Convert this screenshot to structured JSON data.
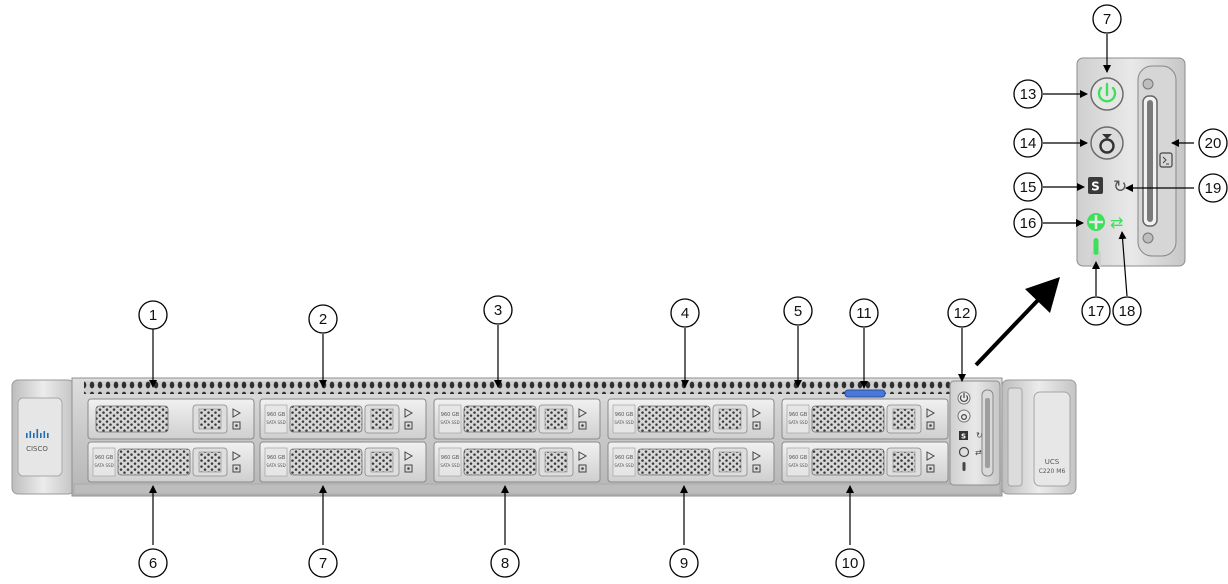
{
  "brand": {
    "logo_text": "CISCO",
    "model_line1": "UCS",
    "model_line2": "C220 M6"
  },
  "drive": {
    "label_line1": "960 GB",
    "label_line2": "SATA SSD"
  },
  "callouts": {
    "c1": "1",
    "c2": "2",
    "c3": "3",
    "c4": "4",
    "c5": "5",
    "c6": "6",
    "c7a": "7",
    "c8": "8",
    "c9": "9",
    "c10": "10",
    "c11": "11",
    "c12": "12",
    "c7b": "7",
    "c13": "13",
    "c14": "14",
    "c15": "15",
    "c16": "16",
    "c17": "17",
    "c18": "18",
    "c19": "19",
    "c20": "20"
  },
  "colors": {
    "chassis": "#c9c9c9",
    "led_green": "#3ee05a",
    "pull_tab": "#4a78d8",
    "arrow": "#000000"
  },
  "icons": {
    "power": "power-icon",
    "unit_id": "unit-id-icon",
    "system_status": "system-status-icon",
    "fan_status": "fan-status-icon",
    "temperature": "temperature-icon",
    "network": "network-activity-icon",
    "power_supply": "power-supply-status-icon",
    "kvm": "kvm-console-icon"
  }
}
